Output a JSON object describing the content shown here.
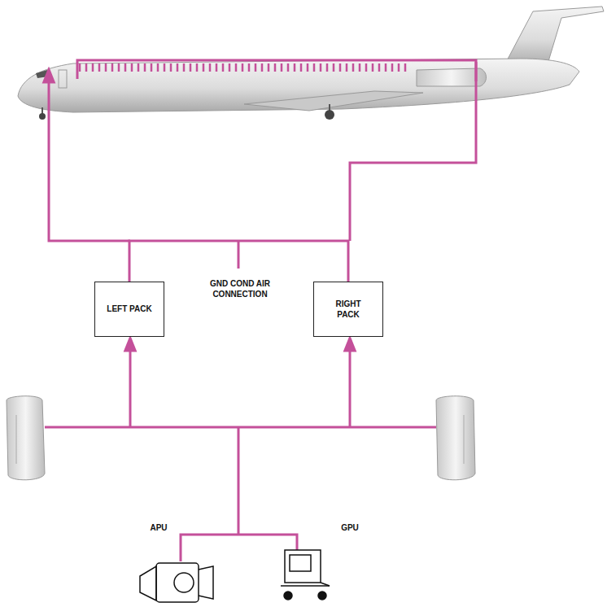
{
  "diagram": {
    "nodes": [
      {
        "text": [
          "LEFT PACK"
        ]
      },
      {
        "text": [
          "RIGHT PACK"
        ]
      }
    ],
    "edges": [
      {
        "from": 0,
        "to": 1,
        "arrow": "none"
      }
    ],
    "labels": [
      "GND COND AIR CONNECTION",
      "APU",
      "GPU"
    ]
  }
}
